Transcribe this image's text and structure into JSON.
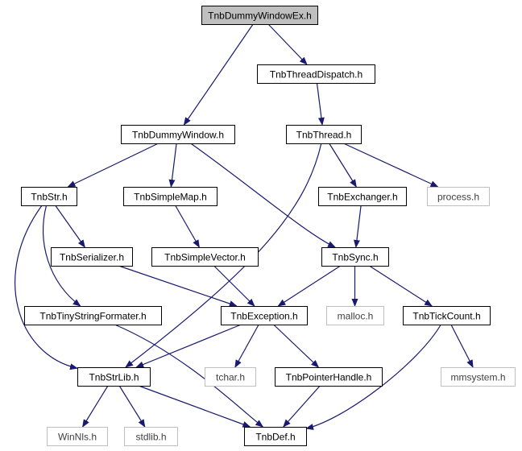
{
  "colors": {
    "edge": "#191970",
    "focus_fill": "#bfbfbf",
    "node_border": "#000000",
    "external_border": "#bfbfbf",
    "external_text": "#404040"
  },
  "nodes": [
    {
      "id": "TnbDummyWindowEx.h",
      "label": "TnbDummyWindowEx.h",
      "kind": "focus"
    },
    {
      "id": "TnbThreadDispatch.h",
      "label": "TnbThreadDispatch.h",
      "kind": "normal"
    },
    {
      "id": "TnbDummyWindow.h",
      "label": "TnbDummyWindow.h",
      "kind": "normal"
    },
    {
      "id": "TnbThread.h",
      "label": "TnbThread.h",
      "kind": "normal"
    },
    {
      "id": "TnbStr.h",
      "label": "TnbStr.h",
      "kind": "normal"
    },
    {
      "id": "TnbSimpleMap.h",
      "label": "TnbSimpleMap.h",
      "kind": "normal"
    },
    {
      "id": "TnbExchanger.h",
      "label": "TnbExchanger.h",
      "kind": "normal"
    },
    {
      "id": "process.h",
      "label": "process.h",
      "kind": "external"
    },
    {
      "id": "TnbSerializer.h",
      "label": "TnbSerializer.h",
      "kind": "normal"
    },
    {
      "id": "TnbSimpleVector.h",
      "label": "TnbSimpleVector.h",
      "kind": "normal"
    },
    {
      "id": "TnbSync.h",
      "label": "TnbSync.h",
      "kind": "normal"
    },
    {
      "id": "TnbTinyStringFormater.h",
      "label": "TnbTinyStringFormater.h",
      "kind": "normal"
    },
    {
      "id": "TnbException.h",
      "label": "TnbException.h",
      "kind": "normal"
    },
    {
      "id": "malloc.h",
      "label": "malloc.h",
      "kind": "external"
    },
    {
      "id": "TnbTickCount.h",
      "label": "TnbTickCount.h",
      "kind": "normal"
    },
    {
      "id": "TnbStrLib.h",
      "label": "TnbStrLib.h",
      "kind": "normal"
    },
    {
      "id": "tchar.h",
      "label": "tchar.h",
      "kind": "external"
    },
    {
      "id": "TnbPointerHandle.h",
      "label": "TnbPointerHandle.h",
      "kind": "normal"
    },
    {
      "id": "mmsystem.h",
      "label": "mmsystem.h",
      "kind": "external"
    },
    {
      "id": "WinNls.h",
      "label": "WinNls.h",
      "kind": "external"
    },
    {
      "id": "stdlib.h",
      "label": "stdlib.h",
      "kind": "external"
    },
    {
      "id": "TnbDef.h",
      "label": "TnbDef.h",
      "kind": "normal"
    }
  ],
  "edges": [
    {
      "from": "TnbDummyWindowEx.h",
      "to": "TnbThreadDispatch.h"
    },
    {
      "from": "TnbDummyWindowEx.h",
      "to": "TnbDummyWindow.h"
    },
    {
      "from": "TnbThreadDispatch.h",
      "to": "TnbThread.h"
    },
    {
      "from": "TnbDummyWindow.h",
      "to": "TnbStr.h"
    },
    {
      "from": "TnbDummyWindow.h",
      "to": "TnbSimpleMap.h"
    },
    {
      "from": "TnbDummyWindow.h",
      "to": "TnbSync.h"
    },
    {
      "from": "TnbThread.h",
      "to": "TnbExchanger.h"
    },
    {
      "from": "TnbThread.h",
      "to": "process.h"
    },
    {
      "from": "TnbThread.h",
      "to": "TnbStrLib.h"
    },
    {
      "from": "TnbStr.h",
      "to": "TnbSerializer.h"
    },
    {
      "from": "TnbStr.h",
      "to": "TnbTinyStringFormater.h"
    },
    {
      "from": "TnbStr.h",
      "to": "TnbStrLib.h"
    },
    {
      "from": "TnbSimpleMap.h",
      "to": "TnbSimpleVector.h"
    },
    {
      "from": "TnbExchanger.h",
      "to": "TnbSync.h"
    },
    {
      "from": "TnbSerializer.h",
      "to": "TnbException.h"
    },
    {
      "from": "TnbSimpleVector.h",
      "to": "TnbException.h"
    },
    {
      "from": "TnbSync.h",
      "to": "TnbException.h"
    },
    {
      "from": "TnbSync.h",
      "to": "malloc.h"
    },
    {
      "from": "TnbSync.h",
      "to": "TnbTickCount.h"
    },
    {
      "from": "TnbTinyStringFormater.h",
      "to": "TnbDef.h"
    },
    {
      "from": "TnbException.h",
      "to": "TnbStrLib.h"
    },
    {
      "from": "TnbException.h",
      "to": "tchar.h"
    },
    {
      "from": "TnbException.h",
      "to": "TnbPointerHandle.h"
    },
    {
      "from": "TnbTickCount.h",
      "to": "mmsystem.h"
    },
    {
      "from": "TnbTickCount.h",
      "to": "TnbDef.h"
    },
    {
      "from": "TnbStrLib.h",
      "to": "WinNls.h"
    },
    {
      "from": "TnbStrLib.h",
      "to": "stdlib.h"
    },
    {
      "from": "TnbStrLib.h",
      "to": "TnbDef.h"
    },
    {
      "from": "TnbPointerHandle.h",
      "to": "TnbDef.h"
    }
  ]
}
